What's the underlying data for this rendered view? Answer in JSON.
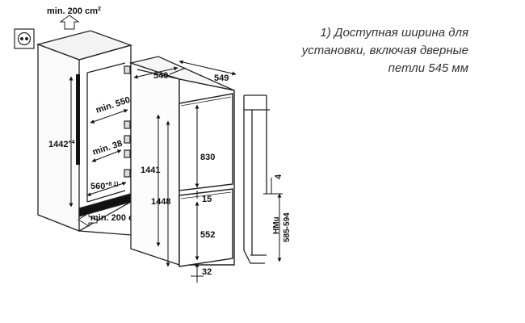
{
  "note": {
    "line1": "1) Доступная ширина для",
    "line2": "установки, включая дверные",
    "line3": "петли 545 мм"
  },
  "labels": {
    "vent_top": "min. 200 cm",
    "vent_top_sup": "2",
    "vent_bottom": "min. 200 cm",
    "vent_bottom_sup": "2",
    "niche_height": "1442",
    "niche_height_sup": "+4",
    "depth_min": "min. 550",
    "gap_min": "min. 38",
    "niche_width": "560",
    "niche_width_sup": "+8 1)",
    "cabinet_depth": "540",
    "door_depth": "549",
    "appliance_height": "1441",
    "total_height": "1448",
    "upper_door": "830",
    "door_gap": "15",
    "lower_door": "552",
    "bottom_offset": "32",
    "side_top": "4",
    "side_label": "HMu",
    "side_range": "585-594"
  }
}
